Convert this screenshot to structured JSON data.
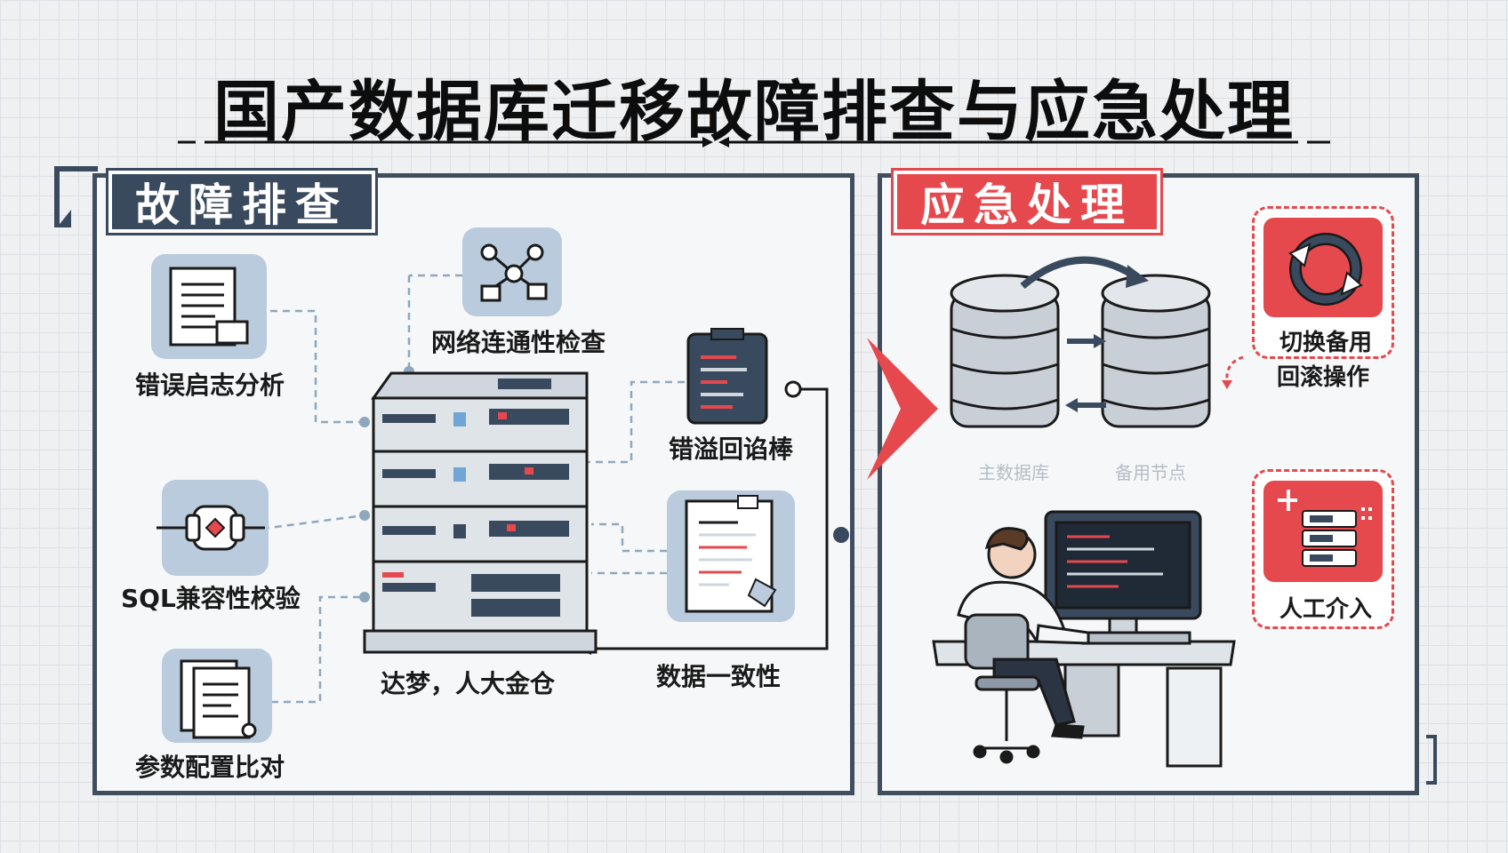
{
  "title": "国产数据库迁移故障排查与应急处理",
  "troubleshoot": {
    "header": "故障排查",
    "items": [
      {
        "label": "错误启志分析",
        "icon": "log-document-icon"
      },
      {
        "label": "网络连通性检查",
        "icon": "network-nodes-icon"
      },
      {
        "label": "错溢回谄棒",
        "icon": "code-terminal-icon"
      },
      {
        "label": "SQL兼容性校验",
        "icon": "chip-compatibility-icon"
      },
      {
        "label": "数据一致性",
        "icon": "data-report-icon"
      },
      {
        "label": "参数配置比对",
        "icon": "config-document-icon"
      }
    ],
    "server_label": "达梦，人大金仓",
    "consistency_label": "参数配置比对",
    "data_label": "数据一致性",
    "partial_label": "数据一致性"
  },
  "emergency": {
    "header": "应急处理",
    "switch_label_1": "切换备用",
    "switch_label_2": "回滚操作",
    "manual_label": "人工介入",
    "primary_label": "主数据库",
    "standby_label": "备用节点"
  },
  "visible_labels": {
    "log": "错误启志分析",
    "network": "网络连通性检查",
    "code": "错溢回谄棒",
    "sql": "SQL兼容性校验",
    "param": "参数配置比对",
    "server": "达梦，人大金仓",
    "data": "数据一致性"
  },
  "colors": {
    "accent_red": "#e5484d",
    "navy": "#3a4a5e",
    "icon_blue": "#b9cbdc"
  }
}
